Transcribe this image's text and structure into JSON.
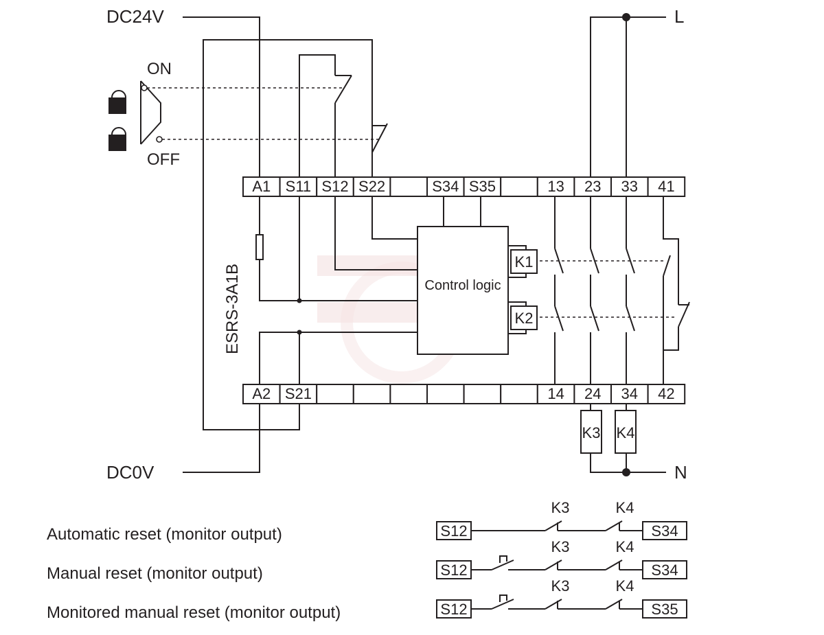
{
  "supply": {
    "dc24v": "DC24V",
    "dc0v": "DC0V",
    "l": "L",
    "n": "N"
  },
  "switch": {
    "on": "ON",
    "off": "OFF"
  },
  "device": {
    "model": "ESRS-3A1B",
    "logic": "Control logic"
  },
  "terminals_top": [
    "A1",
    "S11",
    "S12",
    "S22",
    "",
    "S34",
    "S35",
    "",
    "13",
    "23",
    "33",
    "41"
  ],
  "terminals_bottom": [
    "A2",
    "S21",
    "",
    "",
    "",
    "",
    "",
    "",
    "14",
    "24",
    "34",
    "42"
  ],
  "relays": {
    "k1": "K1",
    "k2": "K2",
    "k3": "K3",
    "k4": "K4"
  },
  "reset_modes": [
    {
      "label": "Automatic reset (monitor output)",
      "from": "S12",
      "c1": "K3",
      "c2": "K4",
      "to": "S34"
    },
    {
      "label": "Manual reset (monitor output)",
      "from": "S12",
      "c1": "K3",
      "c2": "K4",
      "to": "S34"
    },
    {
      "label": "Monitored manual reset (monitor output)",
      "from": "S12",
      "c1": "K3",
      "c2": "K4",
      "to": "S35"
    }
  ]
}
